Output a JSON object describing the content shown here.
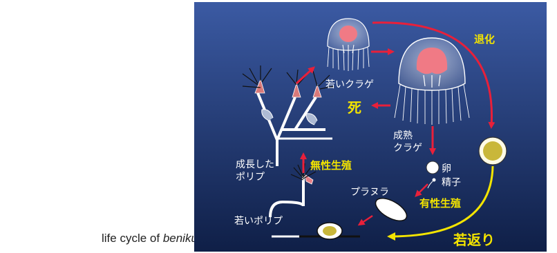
{
  "caption": {
    "prefix": "life cycle of ",
    "species": "benikurage"
  },
  "diagram": {
    "background_top": "#3b5aa3",
    "background_bottom": "#0f1f47",
    "accent_red": "#e8203a",
    "accent_yellow": "#f3e400",
    "labels": {
      "young_medusa": "若いクラゲ",
      "mature_medusa_line1": "成熟",
      "mature_medusa_line2": "クラゲ",
      "regression": "退化",
      "death": "死",
      "egg": "卵",
      "sperm": "精子",
      "planula": "プラヌラ",
      "sexual_reproduction": "有性生殖",
      "rejuvenation": "若返り",
      "young_polyp": "若いポリプ",
      "grown_polyp_line1": "成長した",
      "grown_polyp_line2": "ポリプ",
      "asexual_reproduction": "無性生殖"
    }
  }
}
